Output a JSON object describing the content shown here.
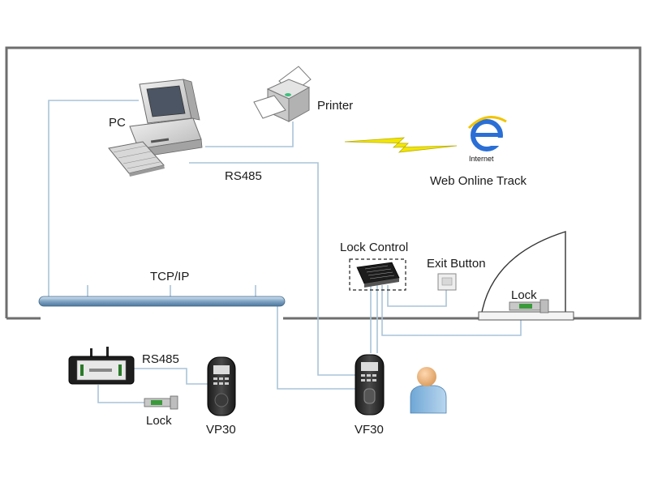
{
  "labels": {
    "pc": "PC",
    "printer": "Printer",
    "rs485_top": "RS485",
    "internet": "Internet",
    "web_online_track": "Web Online Track",
    "tcpip": "TCP/IP",
    "lock_control": "Lock Control",
    "exit_button": "Exit Button",
    "lock_door": "Lock",
    "rs485_bottom": "RS485",
    "lock_bottom": "Lock",
    "vp30": "VP30",
    "vf30": "VF30"
  },
  "colors": {
    "room_border": "#6e6e6e",
    "wire": "#a9c4d8",
    "bus": "#7fa3c3",
    "lightning": "#f2e600",
    "internet_icon": "#2a6fd6"
  },
  "icons": {
    "pc": "desktop-computer-icon",
    "printer": "printer-icon",
    "internet": "internet-explorer-icon",
    "user": "person-icon",
    "lock": "electric-lock-icon",
    "terminal": "fingerprint-terminal-icon"
  }
}
